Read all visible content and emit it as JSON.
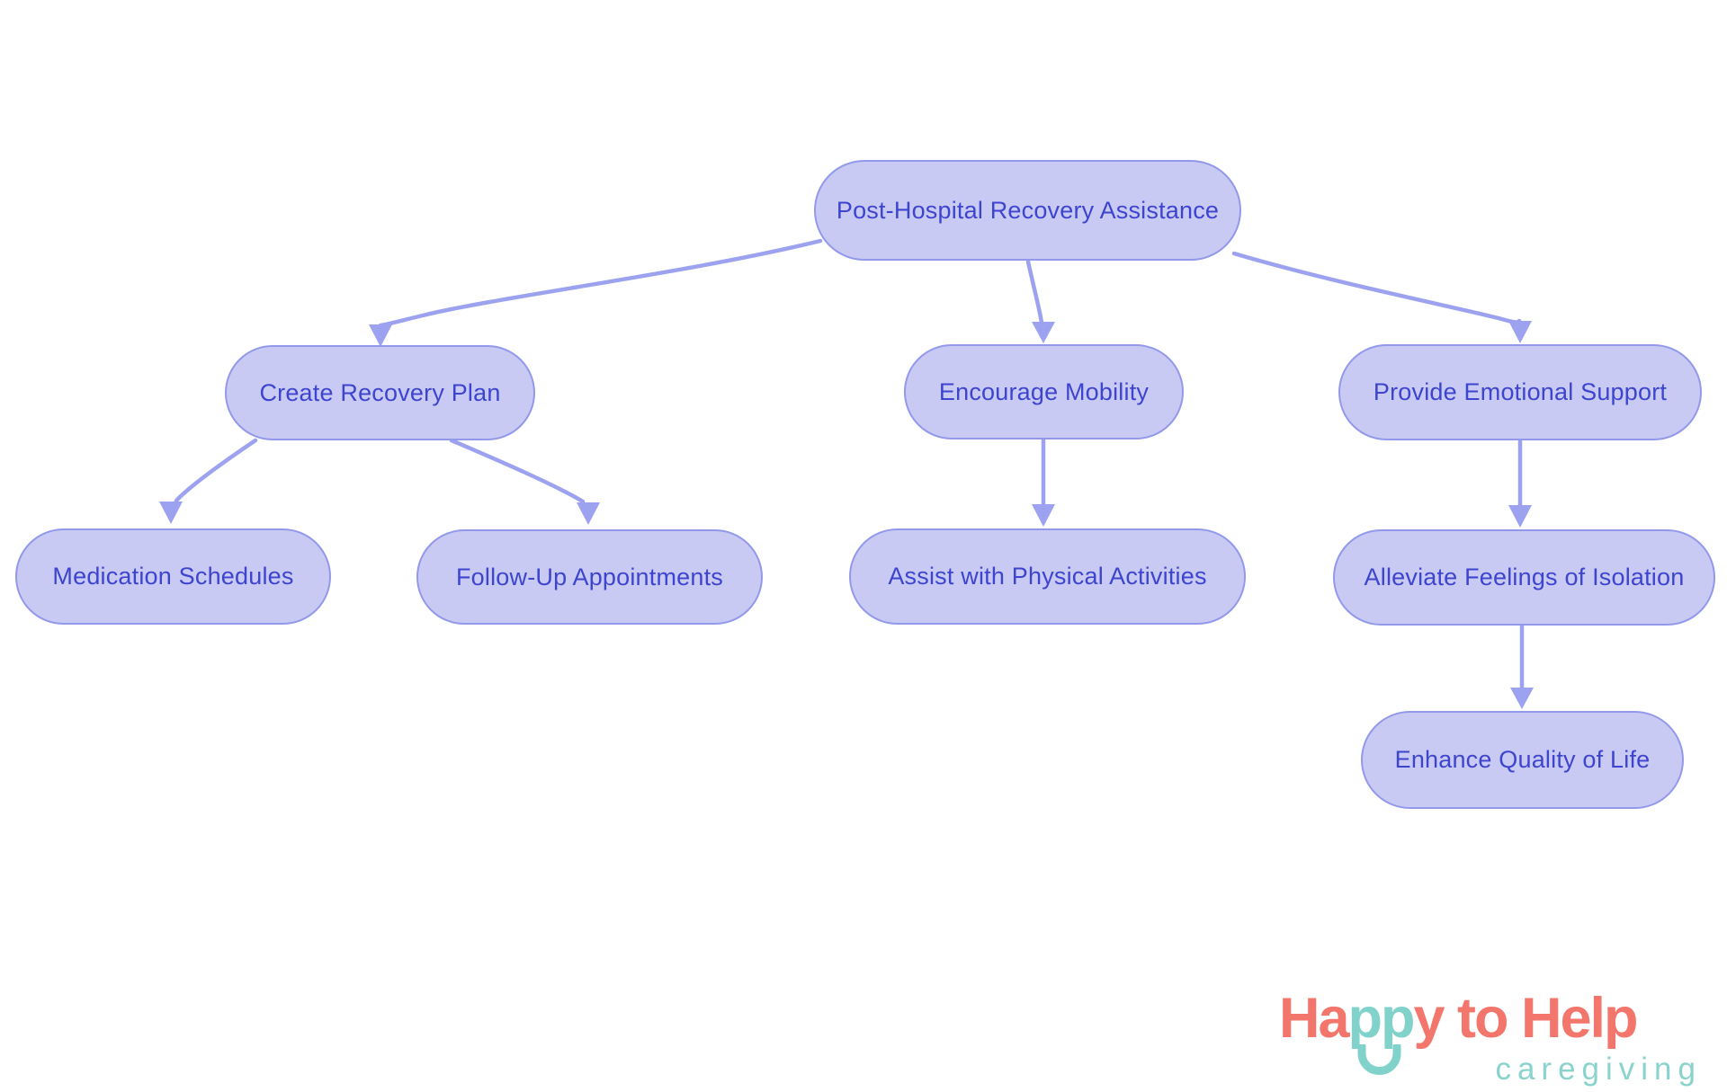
{
  "diagram": {
    "type": "flowchart",
    "background": "#ffffff",
    "palette": {
      "node_fill": "#C9CAF4",
      "node_border": "#9399EA",
      "node_text": "#3D44CE",
      "edge": "#9CA2EF"
    },
    "nodes": {
      "post": {
        "label": "Post-Hospital Recovery Assistance"
      },
      "create": {
        "label": "Create Recovery Plan"
      },
      "mobility": {
        "label": "Encourage Mobility"
      },
      "emotional": {
        "label": "Provide Emotional Support"
      },
      "medication": {
        "label": "Medication Schedules"
      },
      "followup": {
        "label": "Follow-Up Appointments"
      },
      "assist": {
        "label": "Assist with Physical Activities"
      },
      "alleviate": {
        "label": "Alleviate Feelings of Isolation"
      },
      "enhance": {
        "label": "Enhance Quality of Life"
      }
    },
    "edges": [
      {
        "from": "post",
        "to": "create"
      },
      {
        "from": "post",
        "to": "mobility"
      },
      {
        "from": "post",
        "to": "emotional"
      },
      {
        "from": "create",
        "to": "medication"
      },
      {
        "from": "create",
        "to": "followup"
      },
      {
        "from": "mobility",
        "to": "assist"
      },
      {
        "from": "emotional",
        "to": "alleviate"
      },
      {
        "from": "alleviate",
        "to": "enhance"
      }
    ]
  },
  "logo": {
    "part_a": "Ha",
    "part_b": "pp",
    "part_c": "y to Help",
    "tagline": "caregiving",
    "coral": "#F2766B",
    "teal": "#82D2CC"
  }
}
